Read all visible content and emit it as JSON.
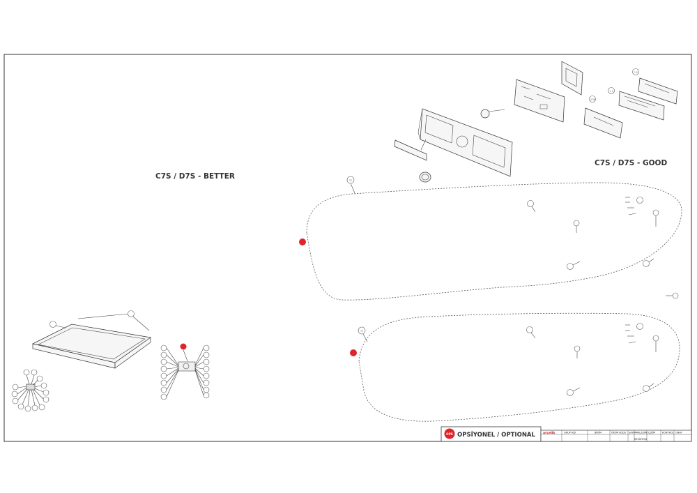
{
  "sections": {
    "better_label": "C7S / D7S - BETTER",
    "good_label": "C7S / D7S - GOOD"
  },
  "legend": {
    "badge": "OPS",
    "text": "OPSİYONEL / OPTIONAL"
  },
  "title_block": {
    "logo": "arçelik",
    "cells": [
      "GRUP ADI",
      "BİRİM",
      "ÜRÜN KODU",
      "SAYFA",
      "MALZEME",
      "ÇİZİM",
      "KONTROL",
      "ONAY",
      "REVİZYON"
    ]
  },
  "colors": {
    "optional_red": "#e1242a",
    "line": "#444444"
  }
}
